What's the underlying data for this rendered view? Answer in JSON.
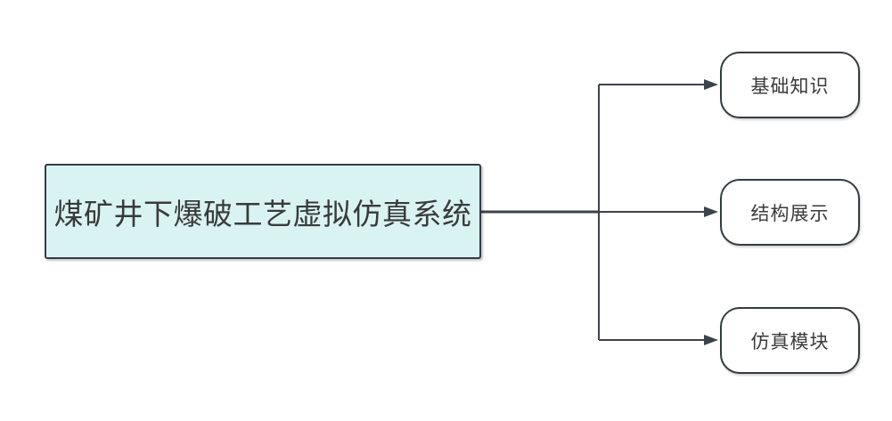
{
  "diagram": {
    "root": {
      "label": "煤矿井下爆破工艺虚拟仿真系统"
    },
    "children": [
      {
        "label": "基础知识"
      },
      {
        "label": "结构展示"
      },
      {
        "label": "仿真模块"
      }
    ],
    "colors": {
      "background": "#ffffff",
      "root_fill": "#d9f3f3",
      "node_fill": "#ffffff",
      "stroke": "#333b45",
      "line": "#3c434b",
      "text": "#3a3a3a"
    }
  }
}
